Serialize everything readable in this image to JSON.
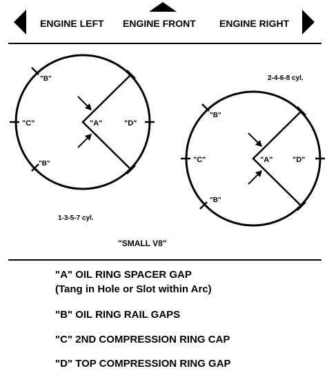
{
  "header": {
    "engine_left": "ENGINE LEFT",
    "engine_front": "ENGINE FRONT",
    "engine_right": "ENGINE RIGHT"
  },
  "left_diagram": {
    "label_a": "\"A\"",
    "label_b_top": "\"B\"",
    "label_b_bottom": "\"B\"",
    "label_c": "\"C\"",
    "label_d": "\"D\"",
    "caption": "1-3-5-7 cyl."
  },
  "right_diagram": {
    "label_a": "\"A\"",
    "label_b_top": "\"B\"",
    "label_b_bottom": "\"B\"",
    "label_c": "\"C\"",
    "label_d": "\"D\"",
    "caption": "2-4-6-8 cyl."
  },
  "engine_label": "\"SMALL V8\"",
  "legend": [
    "\"A\" OIL RING SPACER GAP",
    "(Tang in Hole or Slot within Arc)",
    "\"B\" OIL RING RAIL GAPS",
    "\"C\" 2ND COMPRESSION RING CAP",
    "\"D\" TOP COMPRESSION RING GAP"
  ],
  "colors": {
    "ink": "#000000",
    "paper": "#ffffff"
  }
}
